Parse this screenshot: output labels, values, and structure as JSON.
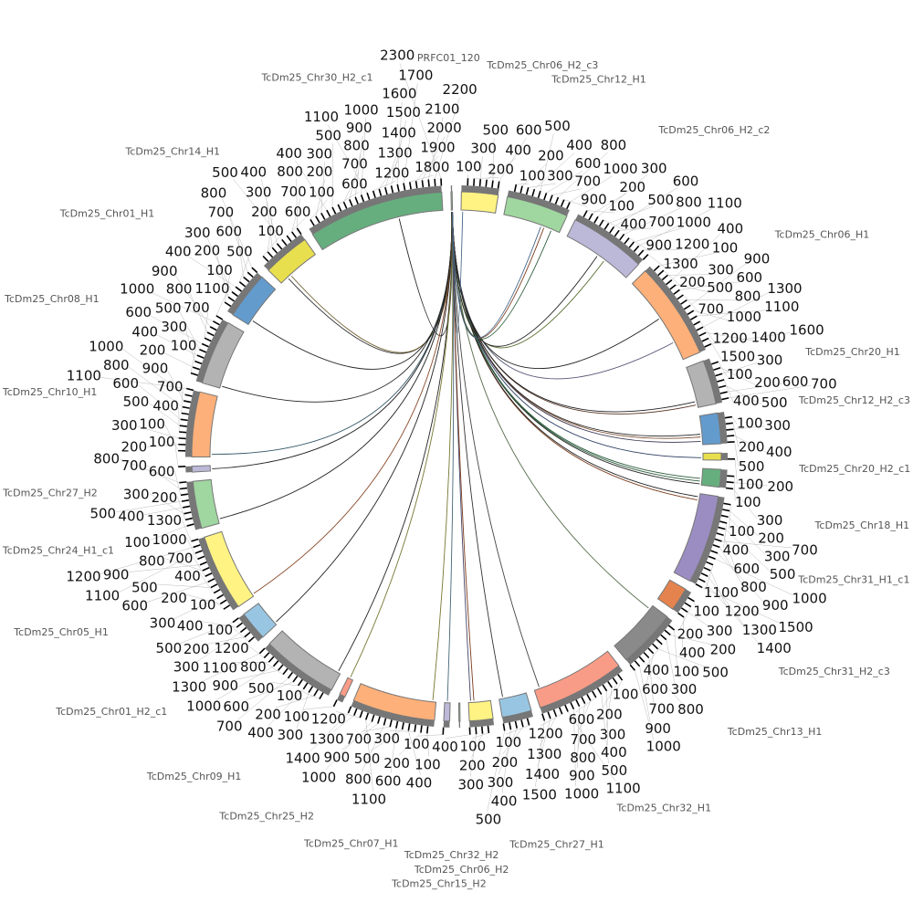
{
  "chart_data": {
    "type": "chord",
    "title": "",
    "tick_interval": 100,
    "sectors": [
      {
        "name": "PRFC01_120",
        "length": 20,
        "color": "#9fd19b"
      },
      {
        "name": "TcDm25_Chr06_H2_c3",
        "length": 620,
        "color": "#fff383"
      },
      {
        "name": "TcDm25_Chr12_H1",
        "length": 1050,
        "color": "#a0d6a0"
      },
      {
        "name": "TcDm25_Chr06_H2_c2",
        "length": 1300,
        "color": "#bcb8d8"
      },
      {
        "name": "TcDm25_Chr06_H1",
        "length": 1650,
        "color": "#fdb07a"
      },
      {
        "name": "TcDm25_Chr20_H1",
        "length": 750,
        "color": "#b3b3b3"
      },
      {
        "name": "TcDm25_Chr12_H2_c3",
        "length": 520,
        "color": "#639bcd"
      },
      {
        "name": "TcDm25_Chr20_H2_c1",
        "length": 120,
        "color": "#e8df4f"
      },
      {
        "name": "TcDm25_Chr18_H1",
        "length": 300,
        "color": "#67ae7f"
      },
      {
        "name": "TcDm25_Chr31_H1_c1",
        "length": 1500,
        "color": "#9b8dc2"
      },
      {
        "name": "TcDm25_Chr31_H2_c3",
        "length": 400,
        "color": "#e5834f"
      },
      {
        "name": "TcDm25_Chr13_H1",
        "length": 1000,
        "color": "#8a8a8a"
      },
      {
        "name": "TcDm25_Chr32_H1",
        "length": 1500,
        "color": "#f99c87"
      },
      {
        "name": "TcDm25_Chr27_H1",
        "length": 500,
        "color": "#98c6e2"
      },
      {
        "name": "TcDm25_Chr32_H2",
        "length": 400,
        "color": "#fff383"
      },
      {
        "name": "TcDm25_Chr06_H2",
        "length": 20,
        "color": "#a0d6a0"
      },
      {
        "name": "TcDm25_Chr15_H2",
        "length": 100,
        "color": "#bcb8d8"
      },
      {
        "name": "TcDm25_Chr07_H1",
        "length": 1400,
        "color": "#fdb07a"
      },
      {
        "name": "TcDm25_Chr25_H2",
        "length": 100,
        "color": "#f99c87"
      },
      {
        "name": "TcDm25_Chr09_H1",
        "length": 1300,
        "color": "#b3b3b3"
      },
      {
        "name": "TcDm25_Chr01_H2_c1",
        "length": 500,
        "color": "#98c6e2"
      },
      {
        "name": "TcDm25_Chr05_H1",
        "length": 1300,
        "color": "#fff383"
      },
      {
        "name": "TcDm25_Chr24_H1_c1",
        "length": 800,
        "color": "#a0d6a0"
      },
      {
        "name": "TcDm25_Chr27_H2",
        "length": 100,
        "color": "#bcb8d8"
      },
      {
        "name": "TcDm25_Chr10_H1",
        "length": 1100,
        "color": "#fdb07a"
      },
      {
        "name": "TcDm25_Chr08_H1",
        "length": 1100,
        "color": "#b3b3b3"
      },
      {
        "name": "TcDm25_Chr01_H1",
        "length": 800,
        "color": "#639bcd"
      },
      {
        "name": "TcDm25_Chr14_H1",
        "length": 800,
        "color": "#e8df4f"
      },
      {
        "name": "TcDm25_Chr30_H2_c1",
        "length": 2300,
        "color": "#67ae7f"
      }
    ],
    "links": [
      [
        0,
        2,
        28,
        1500,
        "#222222"
      ],
      [
        0,
        4,
        27,
        150,
        "#333333"
      ],
      [
        0,
        5,
        27,
        220,
        "#6b5a2a"
      ],
      [
        0,
        6,
        26,
        100,
        "#222222"
      ],
      [
        0,
        7,
        25,
        40,
        "#222222"
      ],
      [
        0,
        8,
        24,
        50,
        "#335566"
      ],
      [
        0,
        8,
        23,
        40,
        "#222222"
      ],
      [
        0,
        9,
        22,
        80,
        "#222222"
      ],
      [
        0,
        10,
        21,
        40,
        "#8a4a2a"
      ],
      [
        0,
        10,
        20,
        40,
        "#222222"
      ],
      [
        0,
        11,
        19,
        50,
        "#222222"
      ],
      [
        0,
        11,
        18,
        60,
        "#777733"
      ],
      [
        0,
        12,
        17,
        60,
        "#777733"
      ],
      [
        0,
        12,
        16,
        50,
        "#446677"
      ],
      [
        0,
        13,
        14,
        360,
        "#444466"
      ],
      [
        0,
        13,
        14,
        300,
        "#7a3a1a"
      ],
      [
        0,
        14,
        13,
        430,
        "#333333"
      ],
      [
        0,
        14,
        12,
        1400,
        "#444444"
      ],
      [
        0,
        15,
        11,
        80,
        "#556b4a"
      ],
      [
        0,
        15,
        9,
        120,
        "#7a3a1a"
      ],
      [
        0,
        16,
        9,
        60,
        "#222222"
      ],
      [
        0,
        16,
        8,
        280,
        "#222222"
      ],
      [
        0,
        17,
        8,
        230,
        "#2f5f3f"
      ],
      [
        0,
        17,
        8,
        180,
        "#2f5f3f"
      ],
      [
        0,
        17,
        7,
        80,
        "#334466"
      ],
      [
        0,
        18,
        6,
        460,
        "#3a3550"
      ],
      [
        0,
        18,
        6,
        380,
        "#7a4a2a"
      ],
      [
        0,
        18,
        6,
        330,
        "#222222"
      ],
      [
        0,
        19,
        5,
        700,
        "#553322"
      ],
      [
        0,
        19,
        5,
        640,
        "#222222"
      ],
      [
        0,
        19,
        4,
        1300,
        "#555577"
      ],
      [
        0,
        19,
        4,
        800,
        "#222222"
      ],
      [
        0,
        19,
        3,
        800,
        "#556b2a"
      ],
      [
        0,
        20,
        3,
        650,
        "#222222"
      ],
      [
        0,
        20,
        2,
        900,
        "#2f5f3f"
      ],
      [
        0,
        20,
        2,
        760,
        "#7a3a1a"
      ],
      [
        0,
        20,
        2,
        700,
        "#446688"
      ],
      [
        0,
        20,
        1,
        30,
        "#446688"
      ]
    ]
  }
}
